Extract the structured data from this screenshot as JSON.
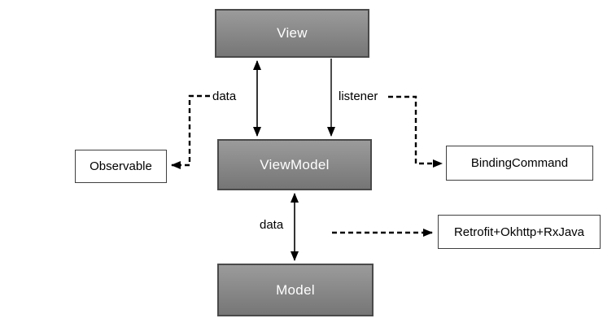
{
  "diagram": {
    "nodes": {
      "view": {
        "label": "View"
      },
      "viewmodel": {
        "label": "ViewModel"
      },
      "model": {
        "label": "Model"
      },
      "observable": {
        "label": "Observable"
      },
      "binding_command": {
        "label": "BindingCommand"
      },
      "retrofit": {
        "label": "Retrofit+Okhttp+RxJava"
      }
    },
    "edges": {
      "view_viewmodel_data": {
        "label": "data",
        "style": "solid-double-arrow"
      },
      "view_viewmodel_listener": {
        "label": "listener",
        "style": "solid-arrow-down"
      },
      "viewmodel_model_data": {
        "label": "data",
        "style": "solid-double-arrow"
      },
      "data_to_observable": {
        "style": "dashed-arrow"
      },
      "listener_to_binding_command": {
        "style": "dashed-arrow"
      },
      "model_layer_to_retrofit": {
        "style": "dashed-arrow"
      }
    },
    "colors": {
      "background": "#ffffff",
      "node_fill_top": "#9b9b9b",
      "node_fill_bottom": "#767676",
      "node_border": "#4a4a4a",
      "node_text": "#ffffff",
      "side_node_fill": "#ffffff",
      "side_node_border": "#3f3f3f",
      "line": "#000000"
    }
  }
}
